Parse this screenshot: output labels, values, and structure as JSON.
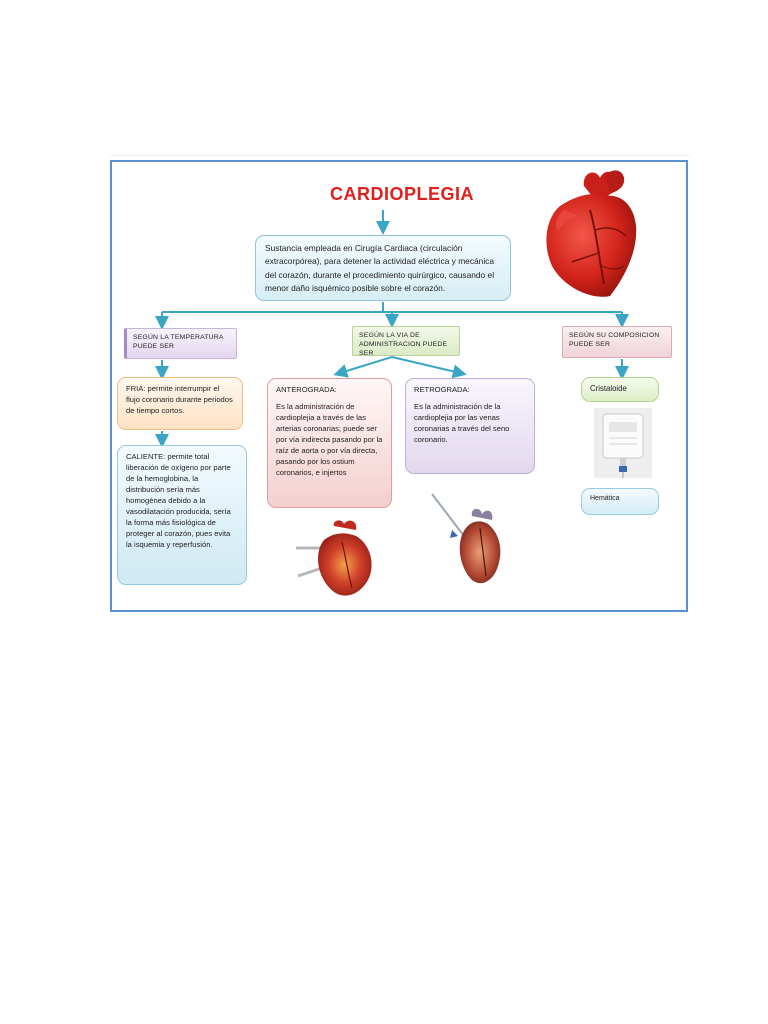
{
  "title": "CARDIOPLEGIA",
  "definition": "Sustancia empleada en Cirugía Cardiaca (circulación extracorpórea), para detener la actividad eléctrica y mecánica del corazón, durante el procedimiento quirúrgico, causando el menor daño isquémico posible sobre el corazón.",
  "categories": {
    "temperature": "SEGÚN LA TEMPERATURA PUEDE SER",
    "route": "SEGÚN LA VIA DE ADMINISTRACION PUEDE SER",
    "composition": "SEGÚN SU COMPOSICION PUEDE SER"
  },
  "temperature": {
    "cold": "FRIA: permite interrumpir el flujo coronario durante periodos de tiempo cortos.",
    "warm": "CALIENTE: permite total liberación de oxígeno por parte de la hemoglobina, la distribución sería más homogénea debido a la vasodilatación producida, sería la forma más fisiológica de proteger al corazón, pues evita la isquemia y reperfusión."
  },
  "route": {
    "antegrade_title": "ANTEROGRADA:",
    "antegrade_text": "Es la administración de cardioplejia a través de las arterias coronarias; puede ser por vía indirecta pasando por la raíz de aorta o por vía directa, pasando por los ostium coronarios, e injertos",
    "retrograde_title": "RETROGRADA:",
    "retrograde_text": "Es la administración de la cardioplejia por las venas coronarias a través del seno coronario."
  },
  "composition": {
    "crystalloid": "Cristaloide",
    "hematic": "Hemática"
  },
  "colors": {
    "title": "#e0201c",
    "connector": "#3aa6c4",
    "frame": "#5b8fd0"
  },
  "icons": [
    "heart-illustration",
    "heart-antegrade-cannula-illustration",
    "heart-retrograde-cannula-illustration",
    "iv-bag-icon"
  ]
}
